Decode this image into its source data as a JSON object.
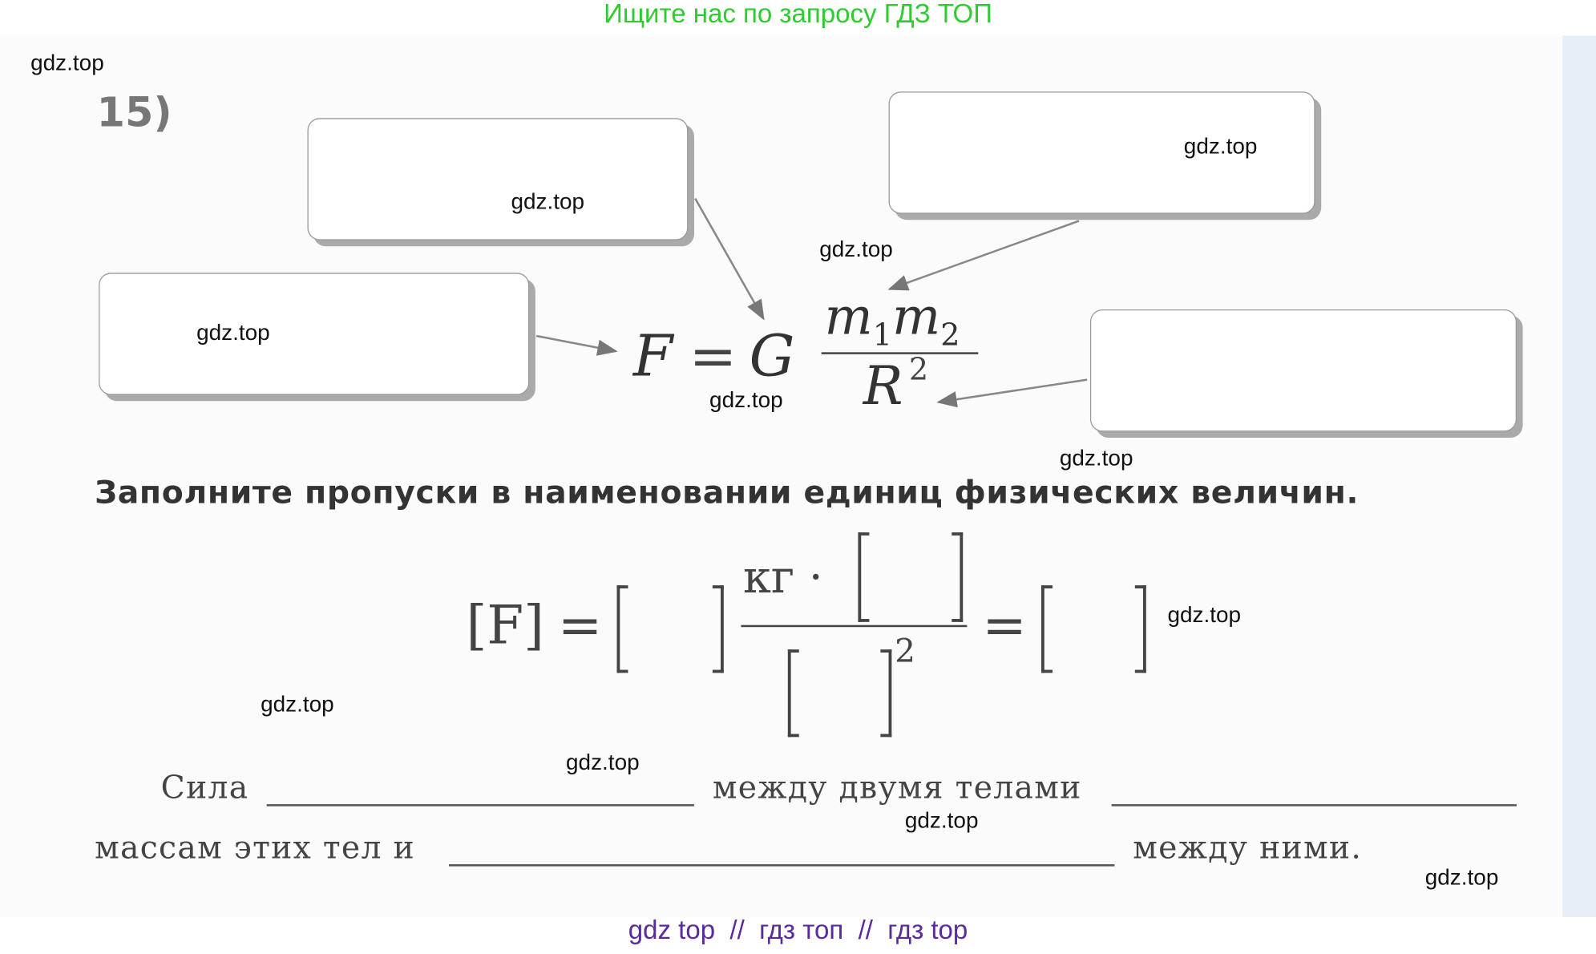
{
  "banner_top": "Ищите нас по запросу ГДЗ ТОП",
  "banner_bottom": "gdz top  //  гдз топ  //  гдз top",
  "watermark": "gdz.top",
  "task_number": "15)",
  "formula": {
    "F": "F",
    "eq": "=",
    "G": "G",
    "m": "m",
    "sub1": "1",
    "sub2": "2",
    "R": "R",
    "sup": "2"
  },
  "heading": "Заполните пропуски в наименовании единиц физических величин.",
  "units": {
    "lhs": "[F]",
    "eq": "=",
    "kg": "кг ·",
    "sup": "2"
  },
  "sentence": {
    "w1": "Сила",
    "w2": "между двумя телами",
    "w3": "массам этих тел и",
    "w4": "между ними."
  }
}
